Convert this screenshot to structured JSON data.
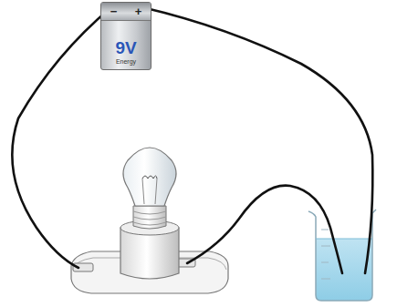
{
  "diagram": {
    "nodes": [
      {
        "text": [
          "−",
          "+",
          "9V",
          "Energy"
        ]
      }
    ]
  }
}
